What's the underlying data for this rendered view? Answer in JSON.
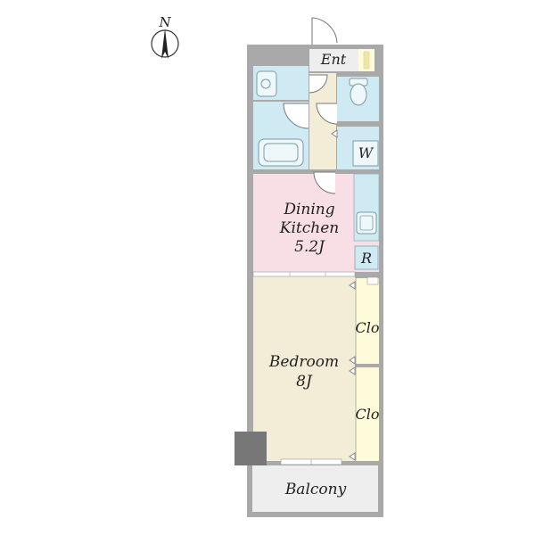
{
  "compass": {
    "label": "N"
  },
  "rooms": {
    "entrance": {
      "label": "Ent",
      "fill": "#eeeeee"
    },
    "washer": {
      "label": "W",
      "fill": "#cfeaf3"
    },
    "dining_kitchen": {
      "line1": "Dining",
      "line2": "Kitchen",
      "size": "5.2J",
      "fill": "#f8dfe6"
    },
    "refrigerator": {
      "label": "R",
      "fill": "#cfeaf3"
    },
    "bedroom": {
      "label": "Bedroom",
      "size": "8J",
      "fill": "#f3ecd6"
    },
    "closet_upper": {
      "label": "Clo",
      "fill": "#fdfbd9"
    },
    "closet_lower": {
      "label": "Clo",
      "fill": "#fdfbd9"
    },
    "balcony": {
      "label": "Balcony",
      "fill": "#eeeeee"
    },
    "bathroom": {
      "fill": "#cfeaf3"
    },
    "toilet": {
      "fill": "#cfeaf3"
    },
    "hallway": {
      "fill": "#f3ecd6"
    }
  },
  "colors": {
    "wall": "#a9a9a9",
    "wall_dark": "#777777",
    "fixture_stroke": "#8fb2bf",
    "outline": "#555555"
  }
}
